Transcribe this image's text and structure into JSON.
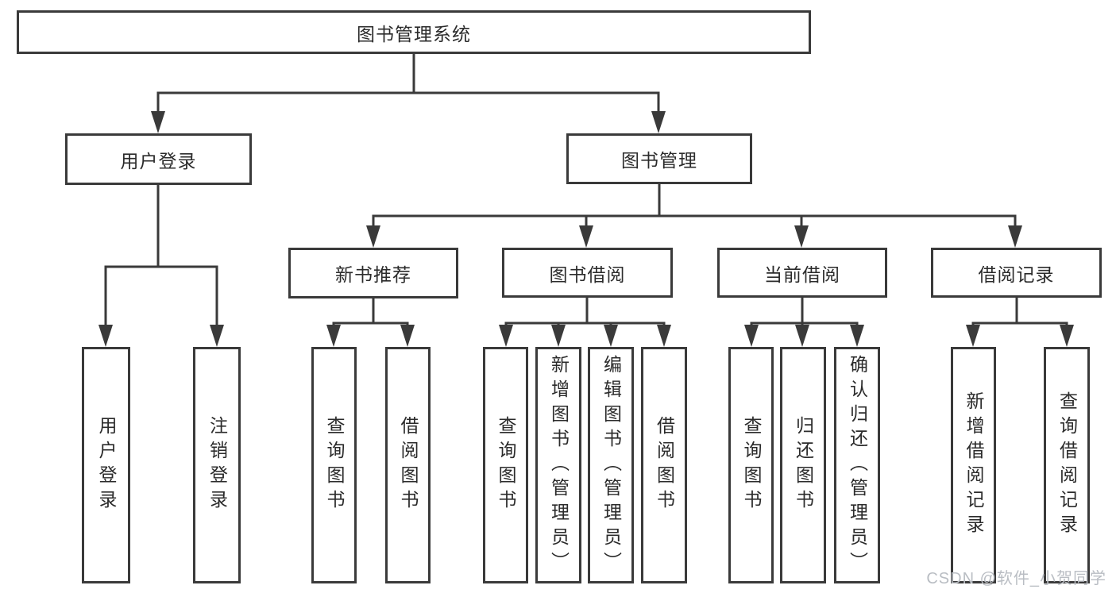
{
  "diagram": {
    "title": "图书管理系统",
    "branches": [
      {
        "label": "用户登录",
        "children": [
          {
            "label": "用户登录"
          },
          {
            "label": "注销登录"
          }
        ]
      },
      {
        "label": "图书管理",
        "children": [
          {
            "label": "新书推荐",
            "children": [
              {
                "label": "查询图书"
              },
              {
                "label": "借阅图书"
              }
            ]
          },
          {
            "label": "图书借阅",
            "children": [
              {
                "label": "查询图书"
              },
              {
                "label": "新增图书（管理员）"
              },
              {
                "label": "编辑图书（管理员）"
              },
              {
                "label": "借阅图书"
              }
            ]
          },
          {
            "label": "当前借阅",
            "children": [
              {
                "label": "查询图书"
              },
              {
                "label": "归还图书"
              },
              {
                "label": "确认归还（管理员）"
              }
            ]
          },
          {
            "label": "借阅记录",
            "children": [
              {
                "label": "新增借阅记录"
              },
              {
                "label": "查询借阅记录"
              }
            ]
          }
        ]
      }
    ]
  },
  "watermark": {
    "text": "CSDN @软件_小贺同学"
  },
  "colors": {
    "line": "#3a3a3a",
    "text": "#2b2b2b",
    "background": "#ffffff",
    "watermark": "#b9bdc3"
  }
}
